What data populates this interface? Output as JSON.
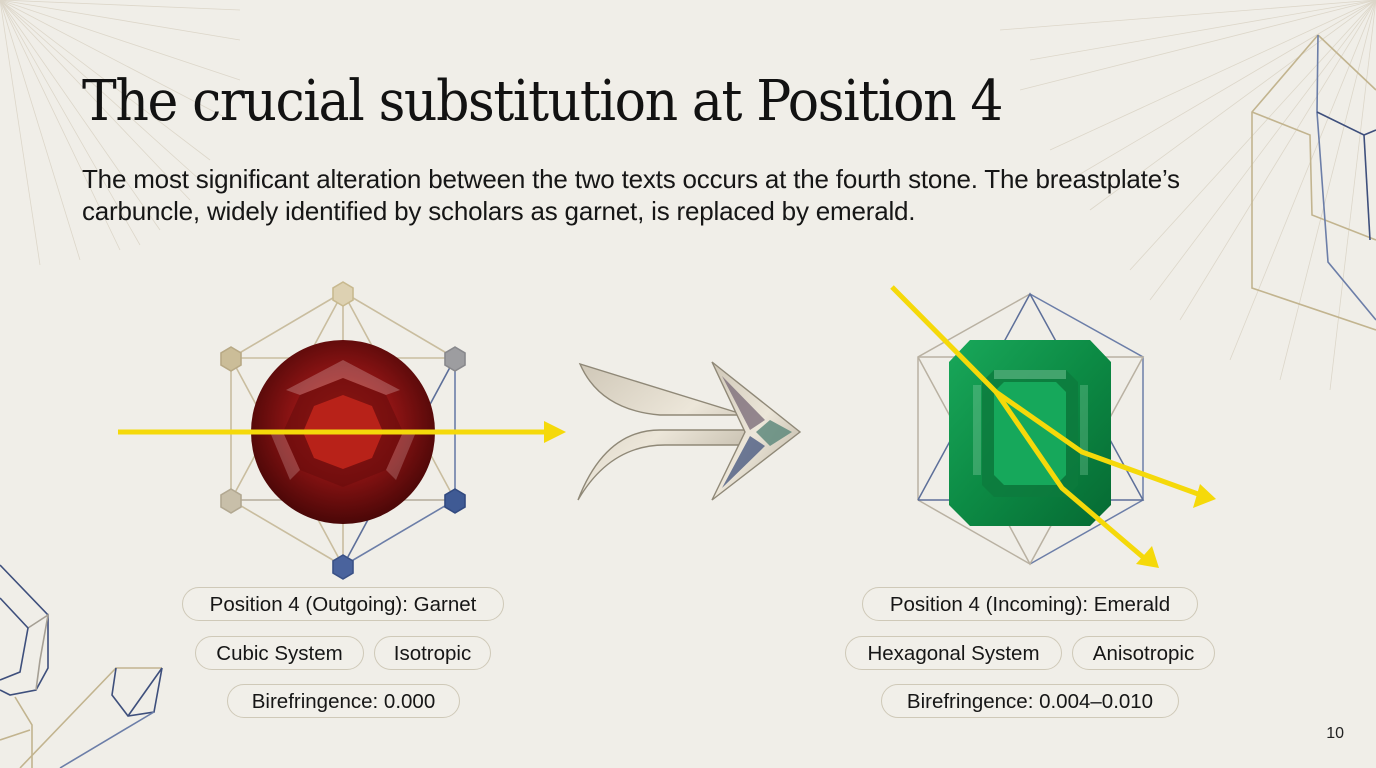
{
  "slide": {
    "title": "The crucial substitution at Position 4",
    "subtitle": "The most significant alteration between the two texts occurs at the fourth stone. The breastplate’s carbuncle, widely identified by scholars as garnet, is replaced by emerald.",
    "page_number": "10"
  },
  "outgoing": {
    "stone": "garnet",
    "color": "#8e1414",
    "labels": {
      "position": "Position 4 (Outgoing): Garnet",
      "system": "Cubic System",
      "optics": "Isotropic",
      "birefringence": "Birefringence: 0.000"
    }
  },
  "incoming": {
    "stone": "emerald",
    "color": "#0f9a4e",
    "labels": {
      "position": "Position 4 (Incoming): Emerald",
      "system": "Hexagonal System",
      "optics": "Anisotropic",
      "birefringence": "Birefringence: 0.004–0.010"
    }
  },
  "colors": {
    "light_ray": "#f5d90a",
    "background": "#f0eee8",
    "line_gold": "#c2b48f",
    "line_blue": "#3e4f7c"
  }
}
